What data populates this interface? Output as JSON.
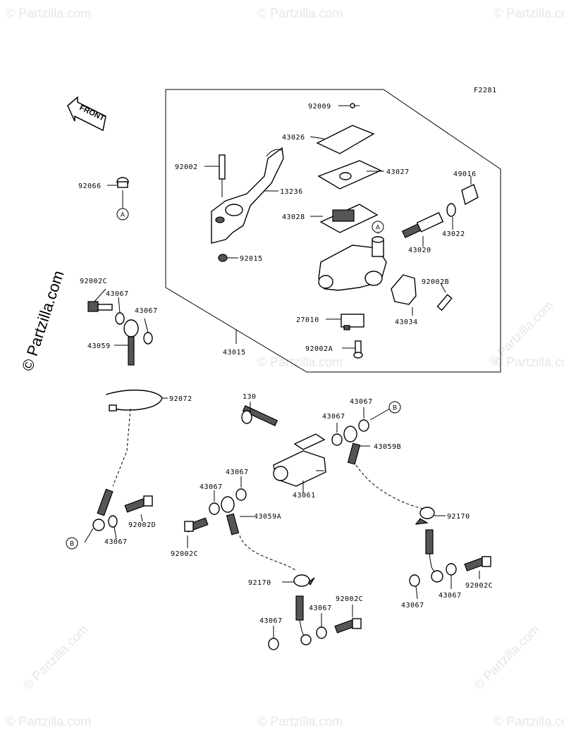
{
  "diagram_code": "F2281",
  "front_label": "FRONT",
  "watermark": "© Partzilla.com",
  "callouts": {
    "A": "A",
    "B": "B"
  },
  "parts": {
    "p92009": "92009",
    "p43026": "43026",
    "p92002": "92002",
    "p13236": "13236",
    "p43027": "43027",
    "p49016": "49016",
    "p92066": "92066",
    "p43028": "43028",
    "p43022": "43022",
    "p43020": "43020",
    "p92015": "92015",
    "p92002C_top": "92002C",
    "p43067_a": "43067",
    "p43067_b": "43067",
    "p92002B": "92002B",
    "p43034": "43034",
    "p27010": "27010",
    "p43059": "43059",
    "p92002A": "92002A",
    "p43015": "43015",
    "p92072": "92072",
    "p130": "130",
    "p43067_c": "43067",
    "p43067_d": "43067",
    "p43059B": "43059B",
    "p43067_e": "43067",
    "p43061": "43061",
    "p43067_f": "43067",
    "p92002D": "92002D",
    "p43059A": "43059A",
    "p92170_r": "92170",
    "p43067_g": "43067",
    "p92002C_mid": "92002C",
    "p92170_l": "92170",
    "p92002C_bot": "92002C",
    "p43067_h": "43067",
    "p43067_i": "43067",
    "p92002C_right": "92002C",
    "p43067_j": "43067",
    "p43067_k": "43067"
  }
}
